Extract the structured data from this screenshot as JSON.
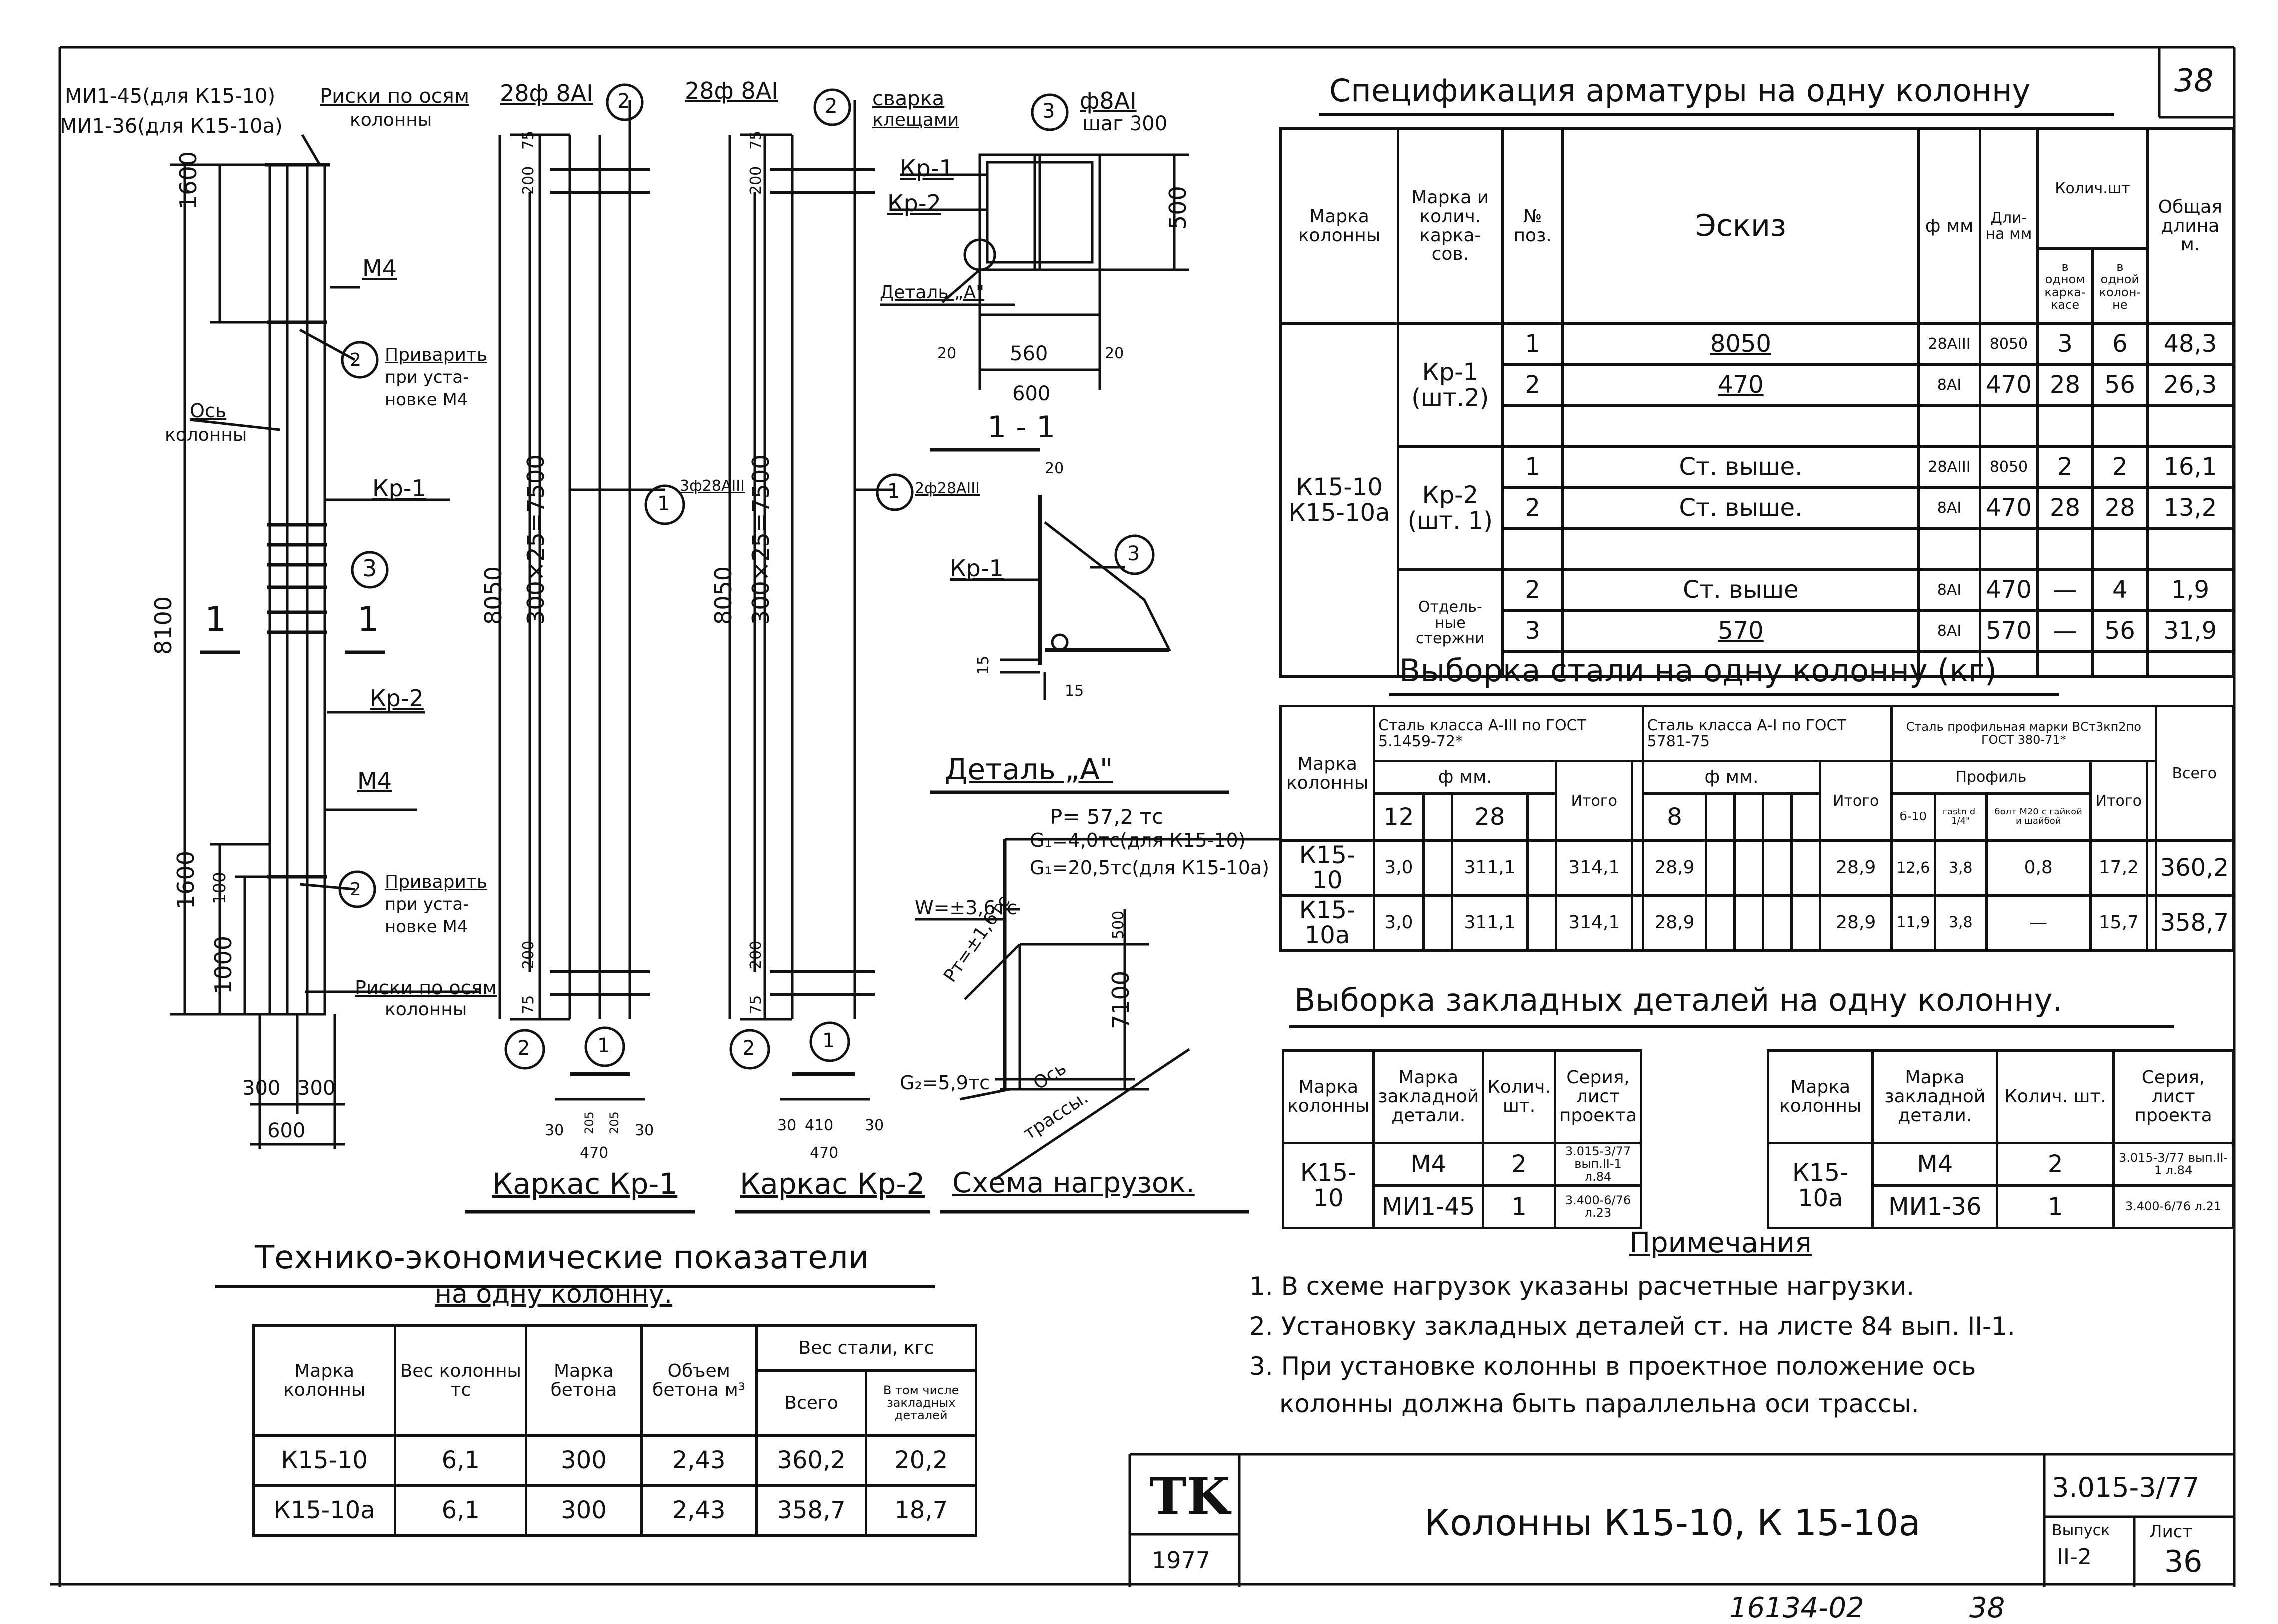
{
  "sheet": {
    "number": "38",
    "stamp_logo": "TK",
    "year": "1977",
    "title": "Колонны К15-10, К 15-10а",
    "series": "3.015-3/77",
    "issue_label": "Выпуск",
    "issue_value": "II-2",
    "page_label": "Лист",
    "page_value": "36",
    "bottom_handwritten": "16134-02",
    "bottom_number": "38"
  },
  "drawing": {
    "col_labels": {
      "mi145": "МИ1-45(для К15-10)",
      "mi136": "МИ1-36(для К15-10а)",
      "riski_top": "Риски по осям",
      "riski_top2": "колонны",
      "dim1600_top": "1600",
      "m4_top": "М4",
      "weld_top_1": "Приварить",
      "weld_top_2": "при уста-",
      "weld_top_3": "новке М4",
      "axis1": "Ось",
      "axis2": "колонны",
      "kp1": "Кр-1",
      "circle3": "3",
      "circle2": "2",
      "circle1": "1",
      "section_mark": "1",
      "dim8100": "8100",
      "kp2": "Кр-2",
      "m4_bottom": "М4",
      "weld_bot_1": "Приварить",
      "weld_bot_2": "при уста-",
      "weld_bot_3": "новке М4",
      "dim1600_bot": "1600",
      "dim100": "100",
      "dim1000": "1000",
      "riski_bot": "Риски по осям",
      "riski_bot2": "колонны",
      "dim300a": "300",
      "dim300b": "300",
      "dim600": "600"
    },
    "kp1_frame": {
      "bar_label": "28ф 8АI",
      "dim75a": "75",
      "dim200a": "200",
      "dim8050": "8050",
      "dim_spacing": "300×25=7500",
      "dim200b": "200",
      "dim75b": "75",
      "bar1_label": "3ф28АIII",
      "d30a": "30",
      "d205a": "205",
      "d205b": "205",
      "d30b": "30",
      "d470": "470",
      "caption": "Каркас Кр-1"
    },
    "kp2_frame": {
      "bar_label": "28ф 8АI",
      "weld_1": "сварка",
      "weld_2": "клещами",
      "dim75a": "75",
      "dim200a": "200",
      "dim8050": "8050",
      "dim_spacing": "300×25=7500",
      "dim200b": "200",
      "dim75b": "75",
      "bar1_label": "2ф28АIII",
      "d30a": "30",
      "d410": "410",
      "d30b": "30",
      "d470": "470",
      "caption": "Каркас Кр-2"
    },
    "section": {
      "bar3_1": "ф8АI",
      "bar3_2": "шаг 300",
      "kp1": "Кр-1",
      "kp2": "Кр-2",
      "detail": "Деталь „А\"",
      "dim500": "500",
      "d20a": "20",
      "d560": "560",
      "d20b": "20",
      "d600": "600",
      "caption": "1 - 1"
    },
    "detailA": {
      "d20": "20",
      "kp1": "Кр-1",
      "d15a": "15",
      "d15b": "15",
      "caption": "Деталь „А\""
    },
    "loads": {
      "p": "Р= 57,2 тс",
      "g1a": "G₁=4,0тс(для К15-10)",
      "g1b": "G₁=20,5тс(для К15-10а)",
      "w": "W=±3,6тс",
      "pt": "Рт=±1,6тс",
      "d500": "500",
      "d7100": "7100",
      "g2": "G₂=5,9тс",
      "axis1": "Ось",
      "axis2": "трассы.",
      "caption": "Схема нагрузок."
    }
  },
  "spec": {
    "title": "Спецификация арматуры на одну колонну",
    "headers": {
      "mark_col": "Марка колонны",
      "mark_frame": "Марка и колич. карка- сов.",
      "pos": "№ поз.",
      "sketch": "Эскиз",
      "phi": "ф мм",
      "length": "Дли- на мм",
      "qty": "Колич.шт",
      "qty_frame": "в одном карка- касе",
      "qty_col": "в одной колон- не",
      "total": "Общая длина м."
    },
    "col_mark": "К15-10 К15-10а",
    "groups": [
      {
        "frame": "Кр-1 (шт.2)",
        "rows": [
          {
            "pos": "1",
            "sketch": "8050",
            "phi": "28АIII",
            "len": "8050",
            "q1": "3",
            "q2": "6",
            "total": "48,3"
          },
          {
            "pos": "2",
            "sketch": "470",
            "phi": "8АI",
            "len": "470",
            "q1": "28",
            "q2": "56",
            "total": "26,3"
          }
        ]
      },
      {
        "frame": "Кр-2 (шт. 1)",
        "rows": [
          {
            "pos": "1",
            "sketch": "Ст. выше.",
            "phi": "28АIII",
            "len": "8050",
            "q1": "2",
            "q2": "2",
            "total": "16,1"
          },
          {
            "pos": "2",
            "sketch": "Ст. выше.",
            "phi": "8АI",
            "len": "470",
            "q1": "28",
            "q2": "28",
            "total": "13,2"
          }
        ]
      },
      {
        "frame": "Отдель- ные стержни",
        "rows": [
          {
            "pos": "2",
            "sketch": "Ст. выше",
            "phi": "8АI",
            "len": "470",
            "q1": "—",
            "q2": "4",
            "total": "1,9"
          },
          {
            "pos": "3",
            "sketch": "570",
            "phi": "8АI",
            "len": "570",
            "q1": "—",
            "q2": "56",
            "total": "31,9"
          }
        ]
      }
    ]
  },
  "steel": {
    "title": "Выборка стали на одну колонну (кг)",
    "headers": {
      "mark": "Марка колонны",
      "a3": "Сталь класса А-III по ГОСТ 5.1459-72*",
      "a1": "Сталь класса А-I по ГОСТ 5781-75",
      "prof": "Сталь профильная марки ВСт3кп2по ГОСТ 380-71*",
      "phi_mm": "ф мм.",
      "profile": "Профиль",
      "itogo": "Итого",
      "vsego": "Всего",
      "d12": "12",
      "d28": "28",
      "d8": "8",
      "p610": "б-10",
      "nuts": "гаstn d-1/4\"",
      "bolt": "болт М20 с гайкой и шайбой"
    },
    "rows": [
      {
        "mark": "К15-10",
        "v12": "3,0",
        "v28": "311,1",
        "it1": "314,1",
        "v8": "28,9",
        "it2": "28,9",
        "p1": "12,6",
        "p2": "3,8",
        "p3": "0,8",
        "it3": "17,2",
        "all": "360,2"
      },
      {
        "mark": "К15-10а",
        "v12": "3,0",
        "v28": "311,1",
        "it1": "314,1",
        "v8": "28,9",
        "it2": "28,9",
        "p1": "11,9",
        "p2": "3,8",
        "p3": "—",
        "it3": "15,7",
        "all": "358,7"
      }
    ]
  },
  "embedded": {
    "title": "Выборка закладных деталей на одну колонну.",
    "headers": {
      "mark": "Марка колонны",
      "detail": "Марка закладной детали.",
      "qty": "Колич. шт.",
      "series": "Серия, лист проекта"
    },
    "left": {
      "mark": "К15-10",
      "rows": [
        {
          "detail": "М4",
          "qty": "2",
          "series": "3.015-3/77 вып.II-1 л.84"
        },
        {
          "detail": "МИ1-45",
          "qty": "1",
          "series": "3.400-6/76 л.23"
        }
      ]
    },
    "right": {
      "mark": "К15-10а",
      "rows": [
        {
          "detail": "М4",
          "qty": "2",
          "series": "3.015-3/77 вып.II-1 л.84"
        },
        {
          "detail": "МИ1-36",
          "qty": "1",
          "series": "3.400-6/76 л.21"
        }
      ]
    }
  },
  "notes": {
    "title": "Примечания",
    "items": [
      "1. В схеме нагрузок указаны расчетные нагрузки.",
      "2. Установку закладных деталей ст. на листе 84 вып. II-1.",
      "3. При установке колонны в проектное положение ось",
      "колонны должна быть параллельна оси трассы."
    ]
  },
  "tech": {
    "title": "Технико-экономические показатели",
    "subtitle": "на одну колонну.",
    "headers": {
      "mark": "Марка колонны",
      "weight": "Вес колонны тс",
      "concrete": "Марка бетона",
      "volume": "Объем бетона м³",
      "steel": "Вес стали, кгс",
      "total": "Всего",
      "incl": "В том числе закладных деталей"
    },
    "rows": [
      {
        "mark": "К15-10",
        "weight": "6,1",
        "concrete": "300",
        "volume": "2,43",
        "total": "360,2",
        "incl": "20,2"
      },
      {
        "mark": "К15-10а",
        "weight": "6,1",
        "concrete": "300",
        "volume": "2,43",
        "total": "358,7",
        "incl": "18,7"
      }
    ]
  }
}
